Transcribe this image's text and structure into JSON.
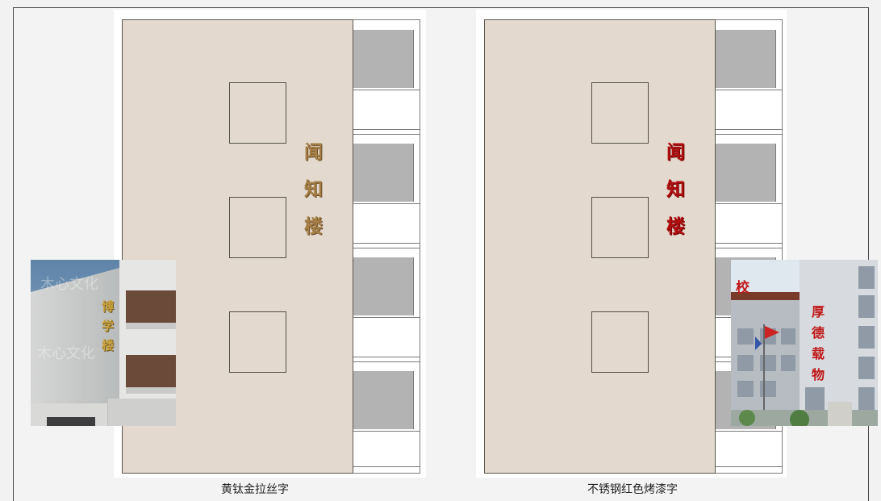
{
  "left_option": {
    "sign_chars": [
      "闻",
      "知",
      "楼"
    ],
    "caption": "黄钛金拉丝字",
    "color": "#a57e45",
    "photo": {
      "sign_chars": [
        "博",
        "学",
        "楼"
      ],
      "watermark": [
        "木心文化",
        "木心文化"
      ]
    }
  },
  "right_option": {
    "sign_chars": [
      "闻",
      "知",
      "楼"
    ],
    "caption": "不锈钢红色烤漆字",
    "color": "#b00d0f",
    "photo": {
      "sign_chars": [
        "厚",
        "德",
        "载",
        "物"
      ],
      "top_char": "校"
    }
  },
  "colors": {
    "wall": "#e3d9ce",
    "glass": "#b3b3b3",
    "background": "#f1f2f1"
  }
}
